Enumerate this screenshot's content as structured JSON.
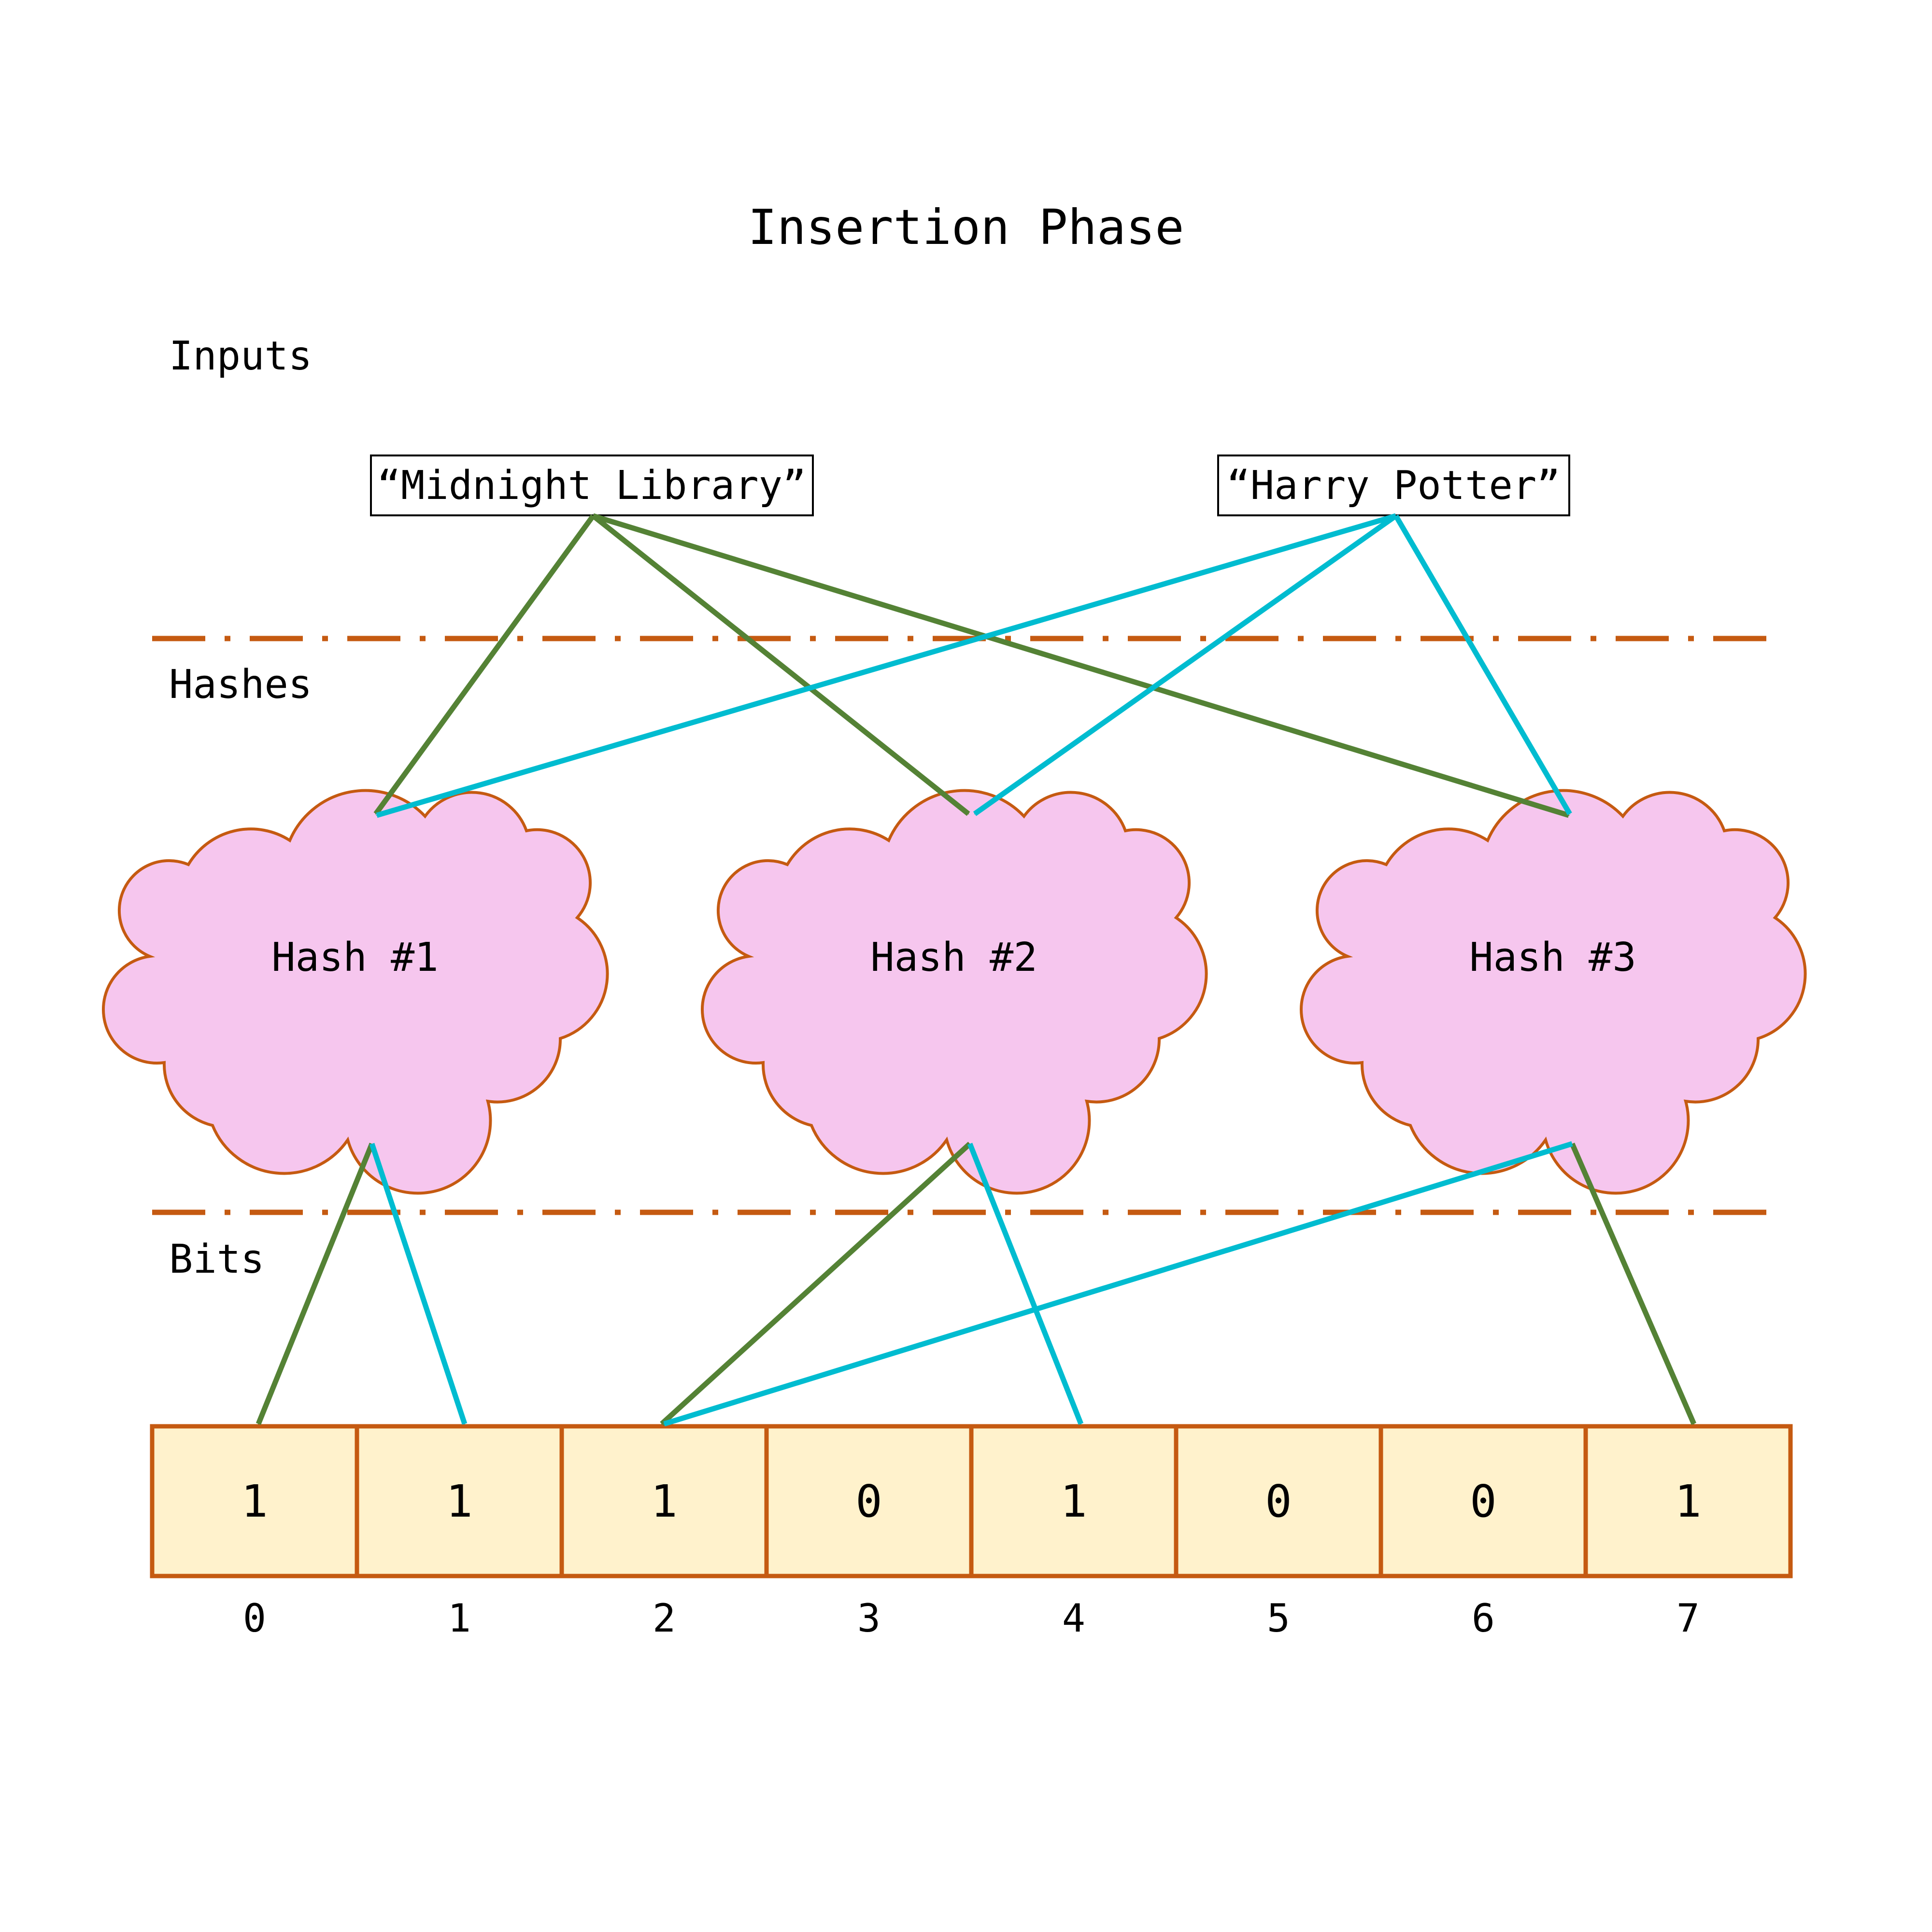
{
  "title": "Insertion Phase",
  "sections": {
    "inputs": "Inputs",
    "hashes": "Hashes",
    "bits": "Bits"
  },
  "inputs": [
    {
      "label": "“Midnight Library”",
      "color": "#548235"
    },
    {
      "label": "“Harry Potter”",
      "color": "#00BCD0"
    }
  ],
  "hashes": [
    {
      "label": "Hash #1"
    },
    {
      "label": "Hash #2"
    },
    {
      "label": "Hash #3"
    }
  ],
  "bit_array": [
    {
      "index": "0",
      "value": "1"
    },
    {
      "index": "1",
      "value": "1"
    },
    {
      "index": "2",
      "value": "1"
    },
    {
      "index": "3",
      "value": "0"
    },
    {
      "index": "4",
      "value": "1"
    },
    {
      "index": "5",
      "value": "0"
    },
    {
      "index": "6",
      "value": "0"
    },
    {
      "index": "7",
      "value": "1"
    }
  ],
  "mappings": [
    {
      "input": "“Midnight Library”",
      "hash": "Hash #1",
      "bit": "0"
    },
    {
      "input": "“Midnight Library”",
      "hash": "Hash #2",
      "bit": "2"
    },
    {
      "input": "“Midnight Library”",
      "hash": "Hash #3",
      "bit": "7"
    },
    {
      "input": "“Harry Potter”",
      "hash": "Hash #1",
      "bit": "1"
    },
    {
      "input": "“Harry Potter”",
      "hash": "Hash #2",
      "bit": "4"
    },
    {
      "input": "“Harry Potter”",
      "hash": "Hash #3",
      "bit": "2"
    }
  ],
  "colors": {
    "midnight_arrow": "#548235",
    "potter_arrow": "#00BCD0",
    "divider": "#C55A11",
    "cloud_fill": "#F6C6EE",
    "cloud_stroke": "#C55A11",
    "cell_fill": "#FFF2CC",
    "cell_stroke": "#C55A11"
  }
}
